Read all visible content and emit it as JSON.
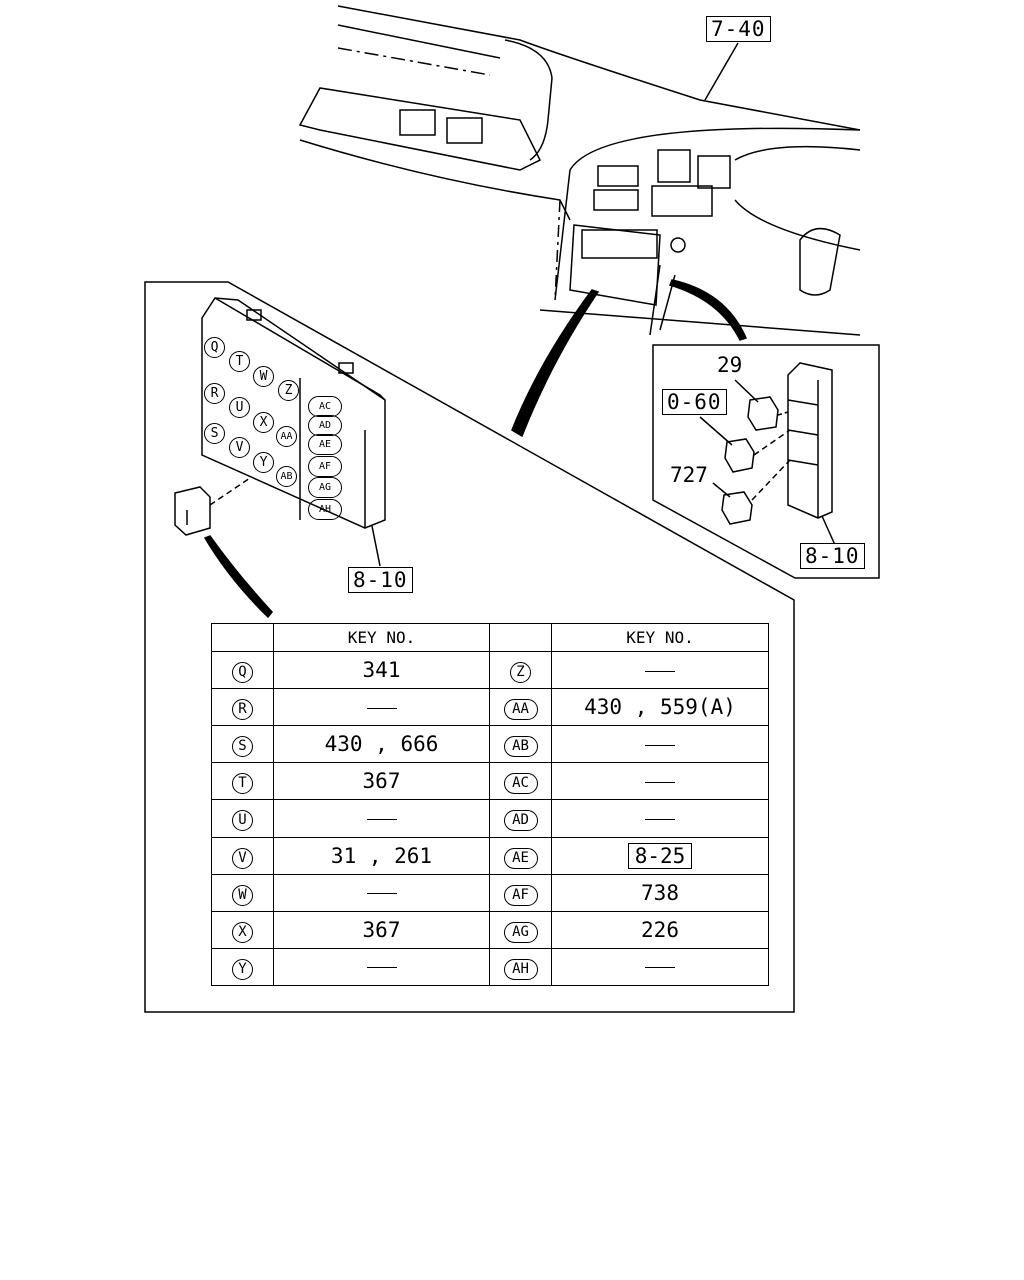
{
  "refs": {
    "dash_panel": "7-40",
    "relay_box_upper": "8-10",
    "relay_box_lower": "8-10",
    "relay_a": "0-60"
  },
  "callouts": {
    "relay_29": "29",
    "relay_727": "727"
  },
  "fuse_slots": [
    "Q",
    "T",
    "W",
    "Z",
    "R",
    "U",
    "X",
    "AA",
    "S",
    "V",
    "Y",
    "AB",
    "AC",
    "AD",
    "AE",
    "AF",
    "AG",
    "AH"
  ],
  "table": {
    "header_left": "KEY NO.",
    "header_right": "KEY NO.",
    "rows": [
      {
        "l_code": "Q",
        "l_value": "341",
        "r_code": "Z",
        "r_value": ""
      },
      {
        "l_code": "R",
        "l_value": "",
        "r_code": "AA",
        "r_value": "430 , 559(A)"
      },
      {
        "l_code": "S",
        "l_value": "430 , 666",
        "r_code": "AB",
        "r_value": ""
      },
      {
        "l_code": "T",
        "l_value": "367",
        "r_code": "AC",
        "r_value": ""
      },
      {
        "l_code": "U",
        "l_value": "",
        "r_code": "AD",
        "r_value": ""
      },
      {
        "l_code": "V",
        "l_value": "31 , 261",
        "r_code": "AE",
        "r_value": "8-25"
      },
      {
        "l_code": "W",
        "l_value": "",
        "r_code": "AF",
        "r_value": "738"
      },
      {
        "l_code": "X",
        "l_value": "367",
        "r_code": "AG",
        "r_value": "226"
      },
      {
        "l_code": "Y",
        "l_value": "",
        "r_code": "AH",
        "r_value": ""
      }
    ]
  }
}
